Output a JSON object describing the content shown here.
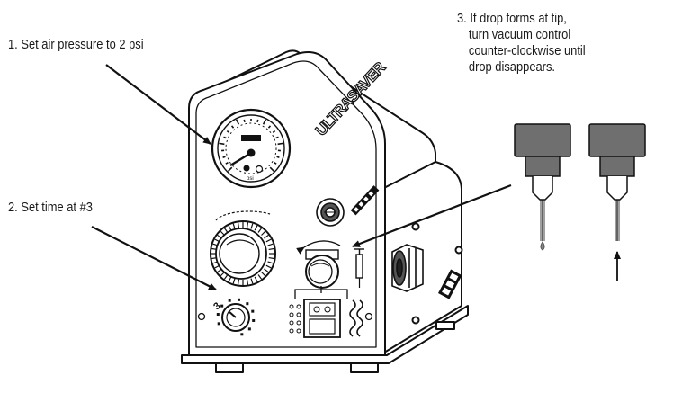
{
  "callouts": {
    "air_pressure": "1. Set air pressure to 2 psi",
    "time": "2. Set time at #3",
    "vacuum_lines": [
      "3. If drop forms at tip,",
      "turn vacuum control",
      "counter-clockwise until",
      "drop disappears."
    ]
  },
  "device": {
    "brand_label": "ULTRASAVER",
    "gauge_unit": "psi",
    "timer_number": "3"
  },
  "colors": {
    "line": "#111111",
    "body_fill": "#ffffff",
    "dark_part": "#6f6f6f",
    "drop": "#888888"
  }
}
